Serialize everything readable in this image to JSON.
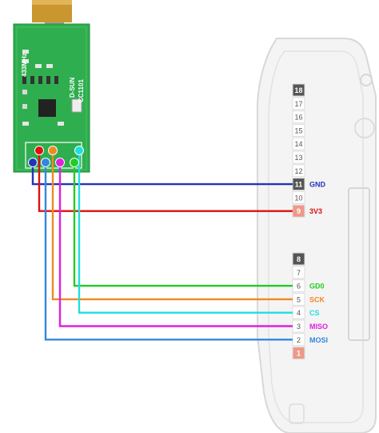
{
  "module": {
    "silk_top": "433MHz",
    "silk_mid": "D-SUN",
    "silk_bot": "CC1101"
  },
  "device": {
    "header_top_pins": [
      "18",
      "17",
      "16",
      "15",
      "14",
      "13",
      "12",
      "11",
      "10",
      "9"
    ],
    "header_bottom_pins": [
      "8",
      "7",
      "6",
      "5",
      "4",
      "3",
      "2",
      "1"
    ]
  },
  "connections": [
    {
      "pin": "11",
      "signal": "GND",
      "color": "#2233bb"
    },
    {
      "pin": "9",
      "signal": "3V3",
      "color": "#dd1111"
    },
    {
      "pin": "6",
      "signal": "GD0",
      "color": "#22cc22"
    },
    {
      "pin": "5",
      "signal": "SCK",
      "color": "#f08a20"
    },
    {
      "pin": "4",
      "signal": "CS",
      "color": "#22dddd"
    },
    {
      "pin": "3",
      "signal": "MISO",
      "color": "#dd22dd"
    },
    {
      "pin": "2",
      "signal": "MOSI",
      "color": "#3388dd"
    }
  ]
}
